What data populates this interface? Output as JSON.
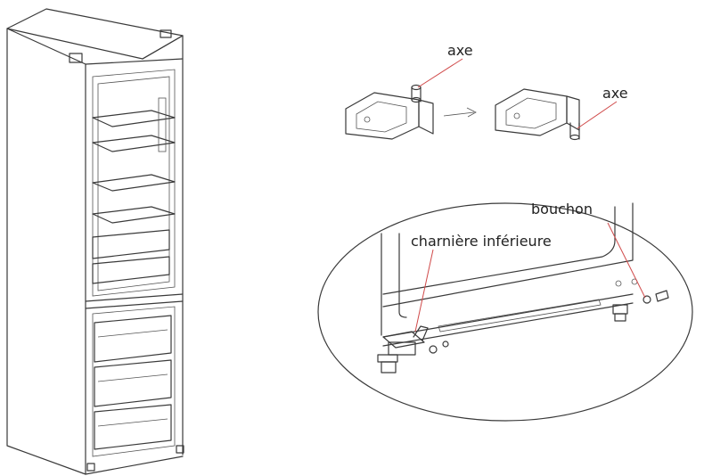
{
  "labels": {
    "axis_top": "axe",
    "axis_right": "axe",
    "plug": "bouchon",
    "lower_hinge": "charnière inférieure"
  },
  "colors": {
    "line": "#3a3a3a",
    "leader": "#d04a4a",
    "text": "#222222",
    "background": "#ffffff"
  }
}
